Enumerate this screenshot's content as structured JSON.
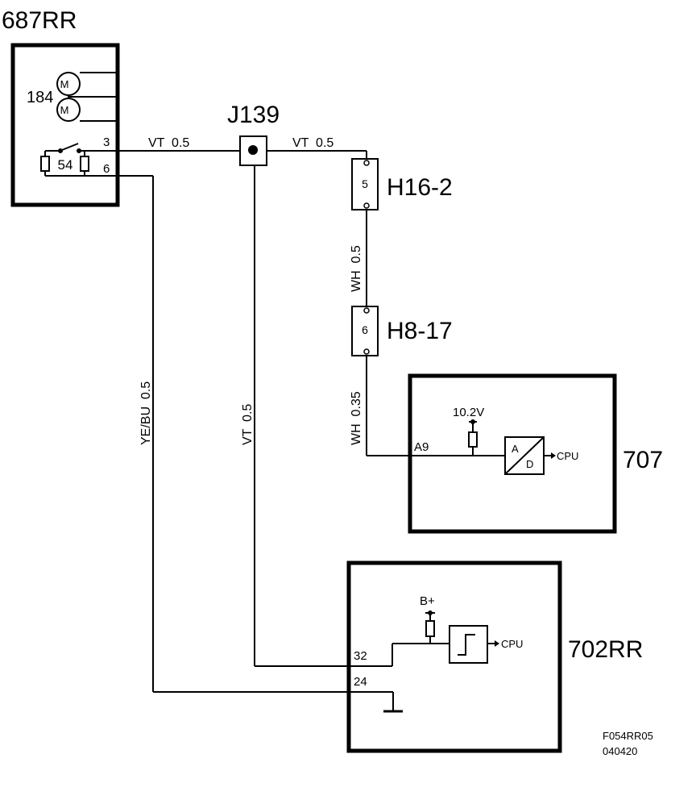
{
  "components": {
    "c687": {
      "name": "687RR",
      "sub_id": "184",
      "switch_id": "54",
      "motor": "M",
      "pin_a": "3",
      "pin_b": "6"
    },
    "j139": {
      "name": "J139"
    },
    "h16": {
      "name": "H16-2",
      "pin": "5"
    },
    "h8": {
      "name": "H8-17",
      "pin": "6"
    },
    "c707": {
      "name": "707",
      "pin": "A9",
      "voltage": "10.2V",
      "adc_a": "A",
      "adc_d": "D",
      "cpu": "CPU"
    },
    "c702": {
      "name": "702RR",
      "pin_a": "32",
      "pin_b": "24",
      "supply": "B+",
      "cpu": "CPU"
    }
  },
  "wires": {
    "w1": "VT  0.5",
    "w2": "VT  0.5",
    "w3": "WH  0.5",
    "w4": "WH  0.35",
    "w5": "YE/BU  0.5",
    "w6": "VT  0.5"
  },
  "footer": {
    "code": "F054RR05",
    "date": "040420"
  }
}
